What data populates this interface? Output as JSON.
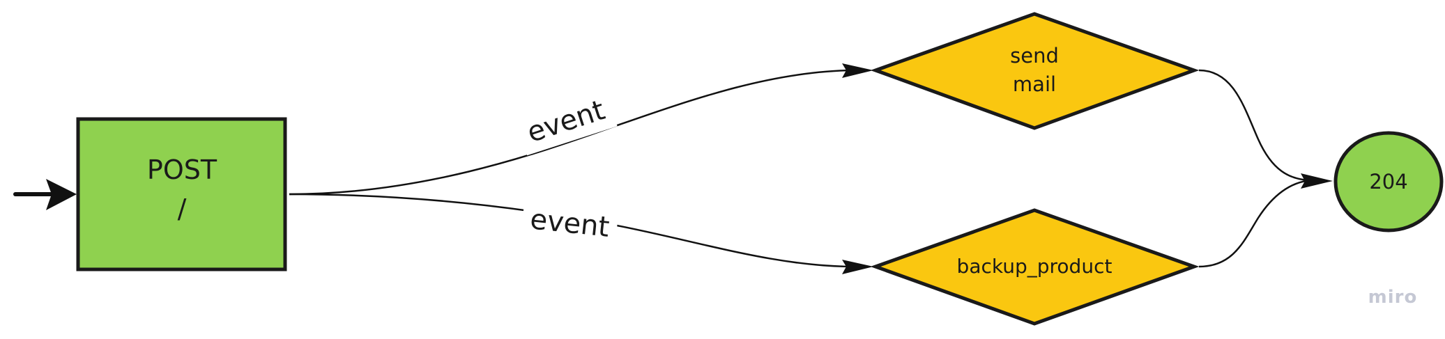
{
  "nodes": {
    "post": {
      "line1": "POST",
      "line2": "/",
      "color": "#8fd14f"
    },
    "send_mail": {
      "line1": "send",
      "line2": "mail",
      "color": "#fac710"
    },
    "backup_product": {
      "label": "backup_product",
      "color": "#fac710"
    },
    "status_204": {
      "label": "204",
      "color": "#8fd14f"
    }
  },
  "edges": {
    "to_send_mail": {
      "label": "event"
    },
    "to_backup_product": {
      "label": "event"
    }
  },
  "watermark": {
    "text": "miro"
  }
}
